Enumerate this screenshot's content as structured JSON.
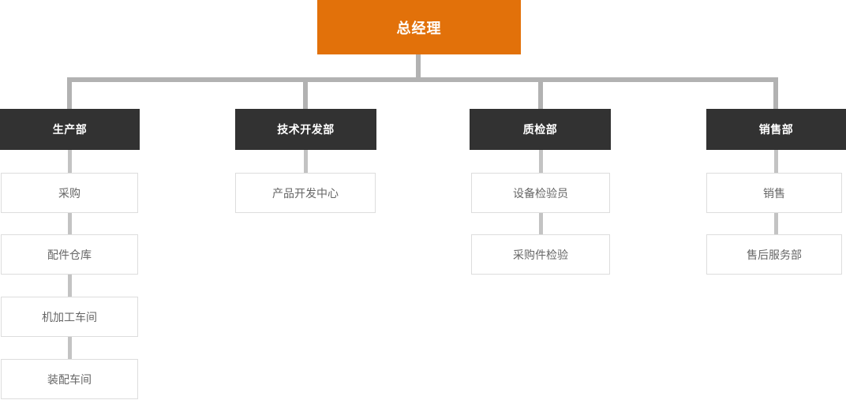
{
  "root": {
    "label": "总经理"
  },
  "departments": [
    {
      "label": "生产部",
      "children": [
        "采购",
        "配件仓库",
        "机加工车间",
        "装配车间"
      ]
    },
    {
      "label": "技术开发部",
      "children": [
        "产品开发中心"
      ]
    },
    {
      "label": "质检部",
      "children": [
        "设备检验员",
        "采购件检验"
      ]
    },
    {
      "label": "销售部",
      "children": [
        "销售",
        "售后服务部"
      ]
    }
  ],
  "colors": {
    "background": "#ffffff",
    "root_bg": "#e2710a",
    "root_text": "#ffffff",
    "dept_bg": "#323232",
    "dept_text": "#ffffff",
    "connector_main": "#b2b2b2",
    "connector_child": "#c3c3c3",
    "child_bg": "#ffffff",
    "child_border": "#dddddd",
    "child_text": "#666666"
  }
}
